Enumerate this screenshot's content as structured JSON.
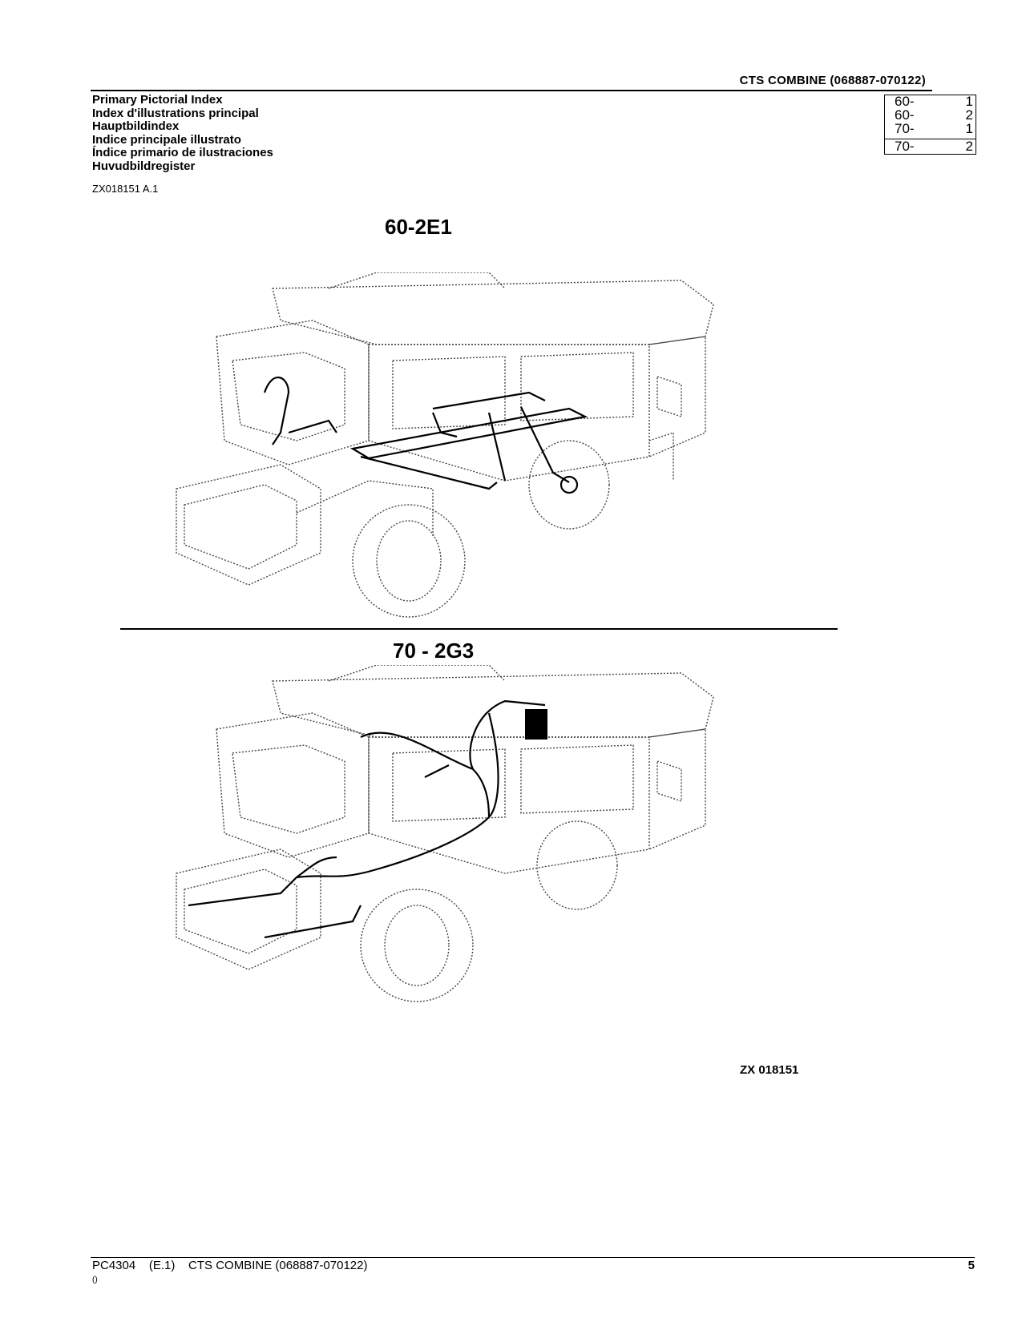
{
  "header": {
    "title": "CTS COMBINE (068887-070122)"
  },
  "index_titles": [
    "Primary Pictorial Index",
    "Index d'illustrations principal",
    "Hauptbildindex",
    "Indice principale illustrato",
    "Índice primario de ilustraciones",
    "Huvudbildregister"
  ],
  "doc_id": "ZX018151 A.1",
  "ref_table": [
    {
      "group": "60-",
      "page": "1"
    },
    {
      "group": "60-",
      "page": "2"
    },
    {
      "group": "70-",
      "page": "1"
    },
    {
      "group": "70-",
      "page": "2"
    }
  ],
  "figures": [
    {
      "label": "60-2E1"
    },
    {
      "label": "70 - 2G3"
    }
  ],
  "figure_ref": "ZX 018151",
  "footer": {
    "left": "PC4304    (E.1)    CTS COMBINE (068887-070122)",
    "page": "5",
    "paren": "()"
  }
}
